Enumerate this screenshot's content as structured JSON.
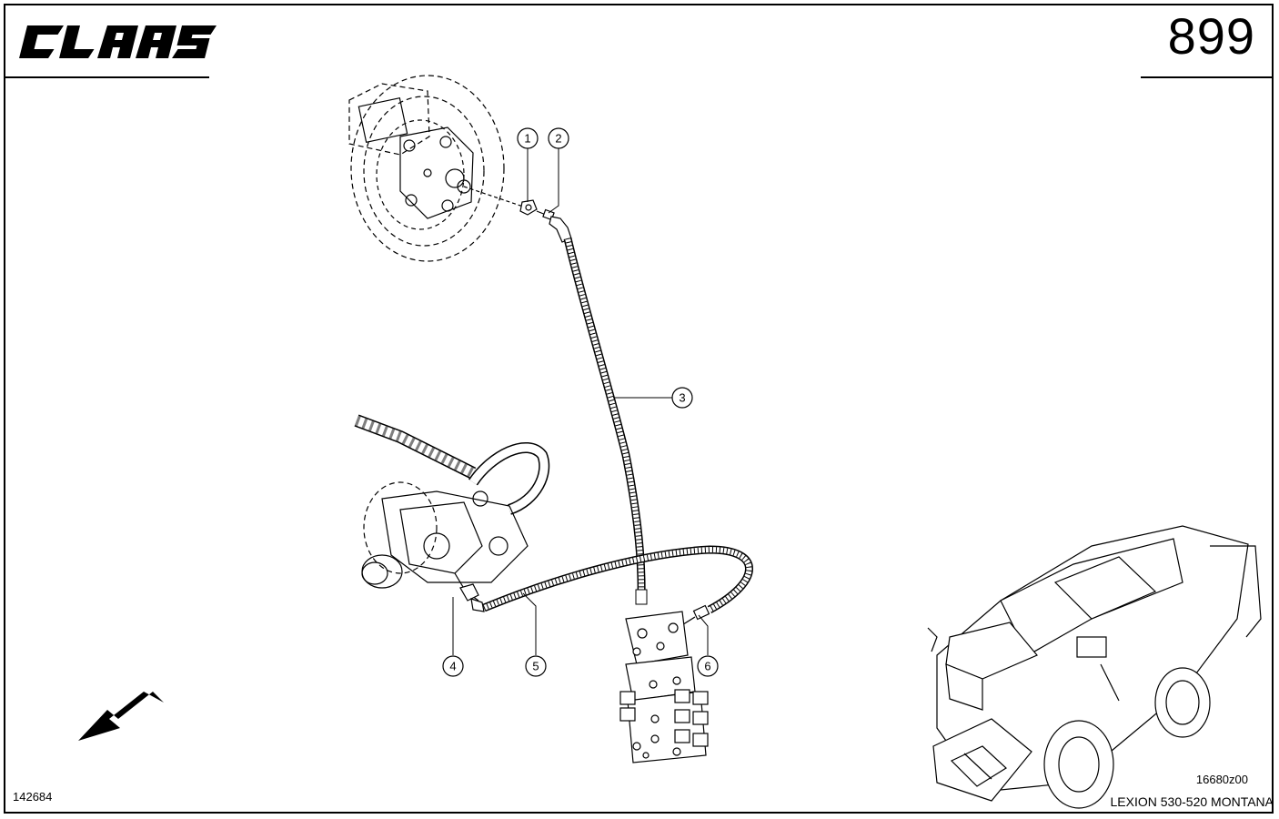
{
  "header": {
    "brand": "CLAAS",
    "page_number": "899"
  },
  "callouts": [
    {
      "label": "1"
    },
    {
      "label": "2"
    },
    {
      "label": "3"
    },
    {
      "label": "4"
    },
    {
      "label": "5"
    },
    {
      "label": "6"
    }
  ],
  "footer": {
    "drawing_number": "142684",
    "reference_code": "16680z00",
    "model": "LEXION 530-520 MONTANA"
  },
  "icons": [
    "claas-logo",
    "direction-arrow-icon",
    "combine-harvester-thumbnail"
  ]
}
